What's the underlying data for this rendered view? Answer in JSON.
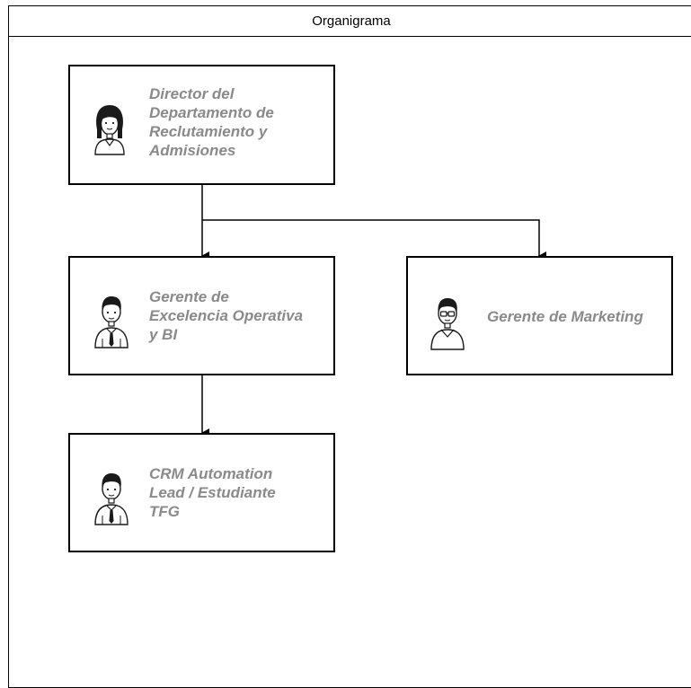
{
  "diagram": {
    "title": "Organigrama",
    "nodes": [
      {
        "id": "director",
        "label": "Director del\nDepartamento de\nReclutamiento y\nAdmisiones",
        "icon": "female-person-icon"
      },
      {
        "id": "gerente-excelencia",
        "label": "Gerente de\nExcelencia Operativa\ny BI",
        "icon": "male-person-tie-icon"
      },
      {
        "id": "gerente-marketing",
        "label": "Gerente de Marketing",
        "icon": "male-person-glasses-icon"
      },
      {
        "id": "crm-lead",
        "label": "CRM Automation\nLead / Estudiante\nTFG",
        "icon": "male-person-tie-icon"
      }
    ],
    "edges": [
      {
        "from": "director",
        "to": "gerente-excelencia"
      },
      {
        "from": "director",
        "to": "gerente-marketing"
      },
      {
        "from": "gerente-excelencia",
        "to": "crm-lead"
      }
    ],
    "colors": {
      "border": "#000000",
      "label_text": "#8a8a8a",
      "background": "#ffffff"
    }
  }
}
